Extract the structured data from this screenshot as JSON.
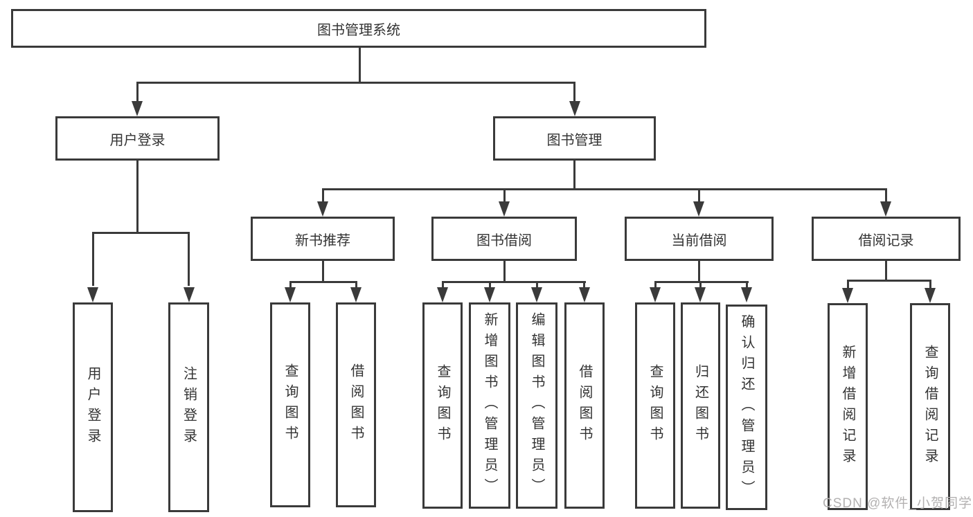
{
  "tree": {
    "root": {
      "label": "图书管理系统"
    },
    "branches": [
      {
        "label": "用户登录",
        "children": [
          {
            "label": "用户登录"
          },
          {
            "label": "注销登录"
          }
        ]
      },
      {
        "label": "图书管理",
        "children": [
          {
            "label": "新书推荐",
            "children": [
              {
                "label": "查询图书"
              },
              {
                "label": "借阅图书"
              }
            ]
          },
          {
            "label": "图书借阅",
            "children": [
              {
                "label": "查询图书"
              },
              {
                "label": "新增图书（管理员）"
              },
              {
                "label": "编辑图书（管理员）"
              },
              {
                "label": "借阅图书"
              }
            ]
          },
          {
            "label": "当前借阅",
            "children": [
              {
                "label": "查询图书"
              },
              {
                "label": "归还图书"
              },
              {
                "label": "确认归还（管理员）"
              }
            ]
          },
          {
            "label": "借阅记录",
            "children": [
              {
                "label": "新增借阅记录"
              },
              {
                "label": "查询借阅记录"
              }
            ]
          }
        ]
      }
    ]
  },
  "watermark": {
    "text": "CSDN @软件_小贺同学"
  },
  "colors": {
    "line": "#3a3a3a",
    "text": "#333333",
    "background": "#ffffff",
    "watermark": "#b3b1b1"
  }
}
